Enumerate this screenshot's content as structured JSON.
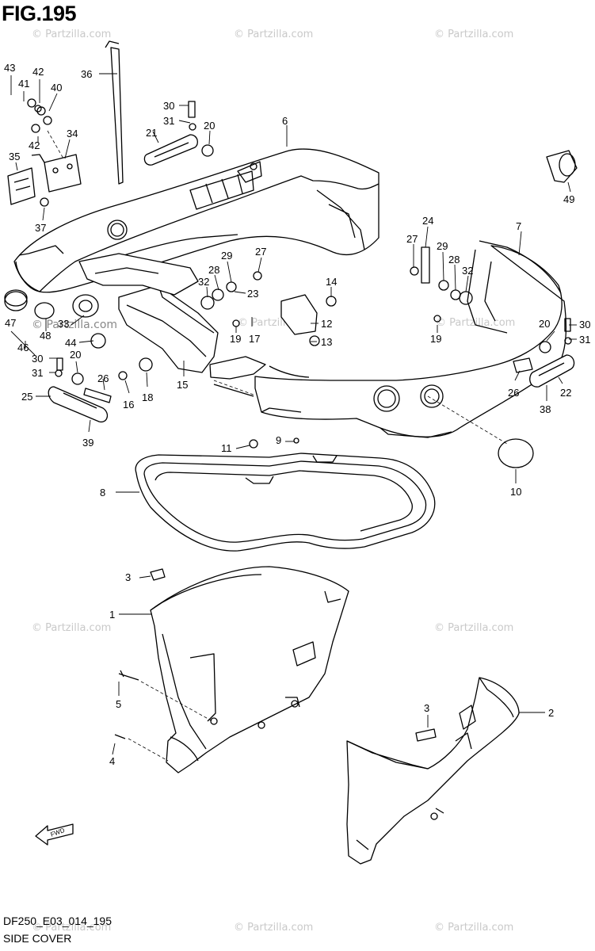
{
  "figure": {
    "title": "FIG.195",
    "code": "DF250_E03_014_195",
    "caption": "SIDE COVER",
    "fwd_label": "FWD"
  },
  "watermark": {
    "text": "© Partzilla.com",
    "color": "#c9c9c9"
  },
  "callouts": [
    "43",
    "41",
    "42",
    "40",
    "42",
    "34",
    "35",
    "37",
    "36",
    "30",
    "31",
    "21",
    "20",
    "6",
    "49",
    "24",
    "27",
    "29",
    "28",
    "32",
    "7",
    "29",
    "27",
    "28",
    "32",
    "23",
    "14",
    "12",
    "13",
    "19",
    "17",
    "47",
    "48",
    "46",
    "33",
    "44",
    "30",
    "20",
    "31",
    "26",
    "25",
    "39",
    "16",
    "18",
    "15",
    "20",
    "30",
    "31",
    "19",
    "26",
    "22",
    "38",
    "11",
    "9",
    "8",
    "10",
    "3",
    "1",
    "5",
    "4",
    "3",
    "2"
  ]
}
